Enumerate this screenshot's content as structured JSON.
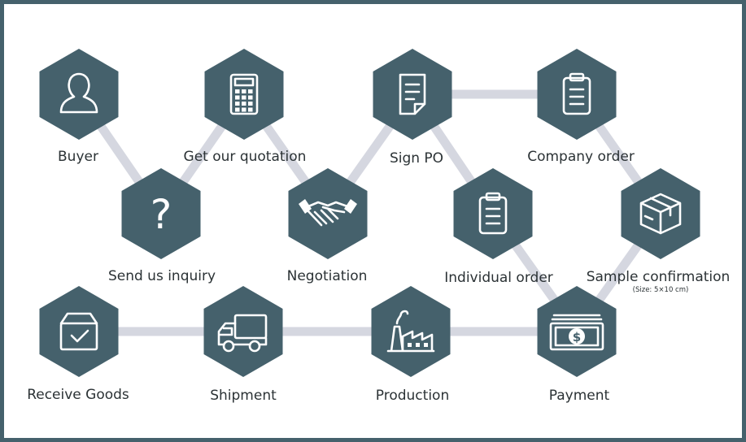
{
  "colors": {
    "node": "#45616c",
    "connector": "#d5d7e0",
    "icon": "#ffffff",
    "text": "#2b3235",
    "frame": "#45616c"
  },
  "steps": [
    {
      "id": "buyer",
      "label": "Buyer",
      "icon": "person-icon"
    },
    {
      "id": "inquiry",
      "label": "Send us inquiry",
      "icon": "question-icon"
    },
    {
      "id": "quotation",
      "label": "Get our quotation",
      "icon": "calculator-icon"
    },
    {
      "id": "negotiation",
      "label": "Negotiation",
      "icon": "handshake-icon"
    },
    {
      "id": "sign-po",
      "label": "Sign PO",
      "icon": "document-icon"
    },
    {
      "id": "individual-order",
      "label": "Individual order",
      "icon": "clipboard-icon"
    },
    {
      "id": "company-order",
      "label": "Company order",
      "icon": "clipboard-icon"
    },
    {
      "id": "sample-confirmation",
      "label": "Sample confirmation",
      "note": "(Size: 5×10 cm)",
      "icon": "box-icon"
    },
    {
      "id": "payment",
      "label": "Payment",
      "icon": "cash-icon"
    },
    {
      "id": "production",
      "label": "Production",
      "icon": "factory-icon"
    },
    {
      "id": "shipment",
      "label": "Shipment",
      "icon": "truck-icon"
    },
    {
      "id": "receive-goods",
      "label": "Receive Goods",
      "icon": "checked-box-icon"
    }
  ]
}
